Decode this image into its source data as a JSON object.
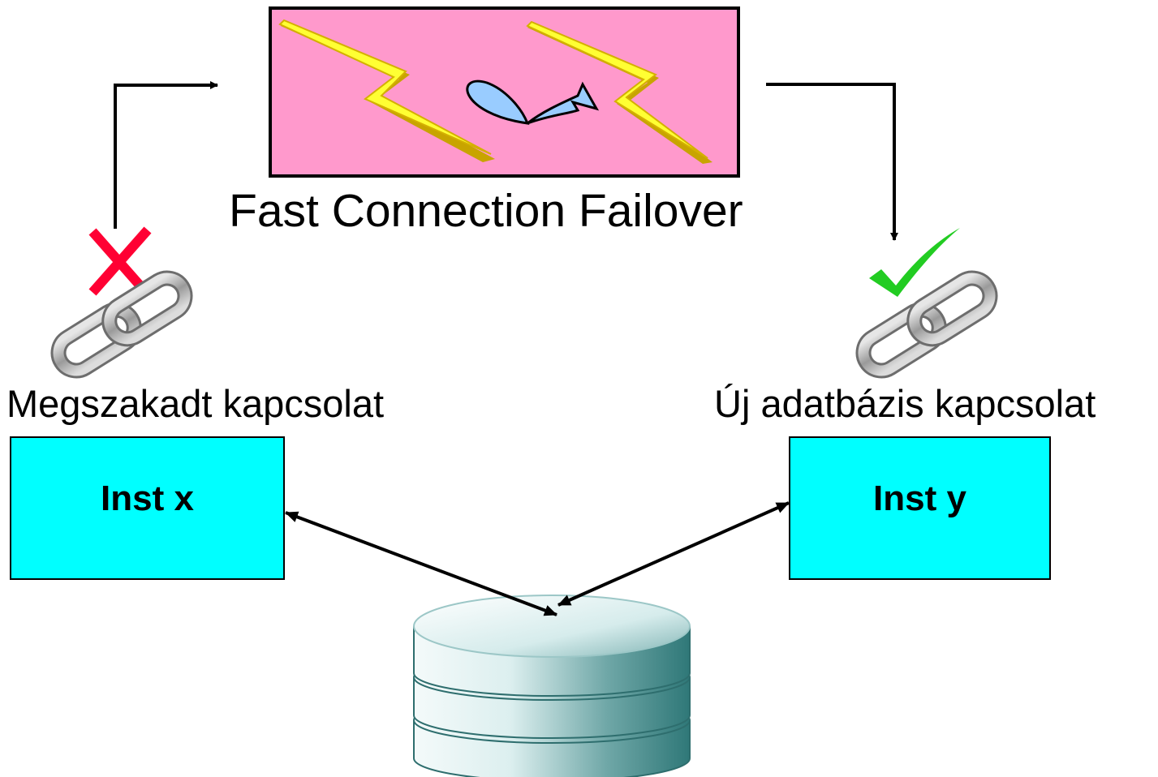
{
  "title": "Fast Connection Failover",
  "left_status": "Megszakadt kapcsolat",
  "right_status": "Új adatbázis kapcsolat",
  "instances": [
    "Inst x",
    "Inst y"
  ],
  "icons": {
    "failed": "red-x-icon",
    "success": "green-check-icon",
    "link": "chain-link-icon",
    "database": "database-icon",
    "event": "lightning-icon",
    "redirect": "curved-arrow-icon"
  },
  "colors": {
    "fcf_box": "#ff99cc",
    "instance_box": "#00ffff",
    "lightning": "#ffff00",
    "redirect_arrow": "#99ccff",
    "fail_mark": "#ff0033",
    "ok_mark": "#22cc22"
  }
}
